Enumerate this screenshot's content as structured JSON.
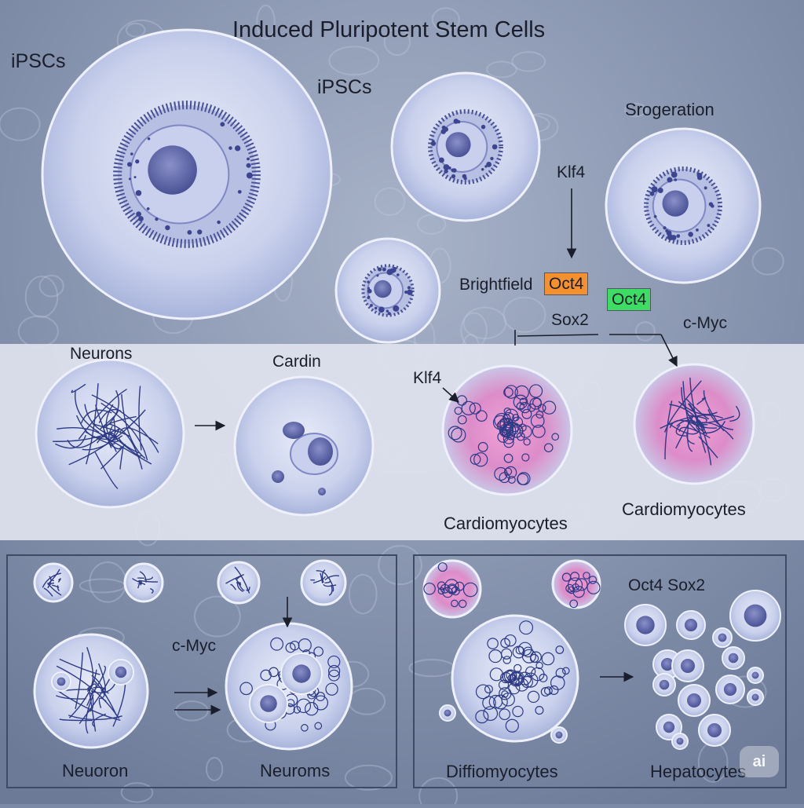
{
  "title": "Induced Pluripotent Stem Cells",
  "labels": {
    "ipscs_left": "iPSCs",
    "ipscs_mid": "iPSCs",
    "srogeration": "Srogeration",
    "klf4_top": "Klf4",
    "brightfield": "Brightfield",
    "oct4_orange": "Oct4",
    "oct4_green": "Oct4",
    "sox2": "Sox2",
    "cmyc_top": "c-Myc",
    "neurons": "Neurons",
    "cardin": "Cardin",
    "klf4_mid": "Klf4",
    "cardiomyocytes_1": "Cardiomyocytes",
    "cardiomyocytes_2": "Cardiomyocytes",
    "cmyc_panel": "c-Myc",
    "neuoron": "Neuoron",
    "neuroms": "Neuroms",
    "oct4_sox2": "Oct4 Sox2",
    "diffiomyocytes": "Diffiomyocytes",
    "hepatocytes": "Hepatocytes"
  },
  "watermark": "ai",
  "colors": {
    "background": "#7c8aa8",
    "middle_band": "#dfe3ee",
    "cell_fill": "#d2d9ef",
    "nucleus": "#5d65a8",
    "fiber": "#2e3a86",
    "cardio_pink": "#e48acb",
    "oct4_orange": "#f5902f",
    "oct4_green": "#3ddc63"
  }
}
